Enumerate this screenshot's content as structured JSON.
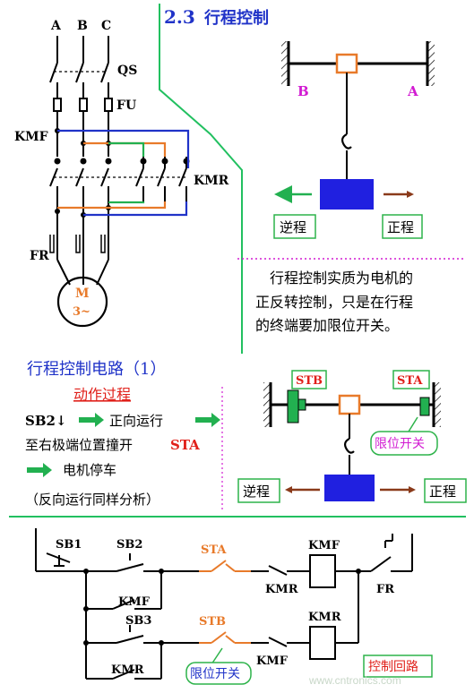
{
  "title": {
    "number": "2.3",
    "text": "行程控制"
  },
  "power_circuit": {
    "phases": [
      "A",
      "B",
      "C"
    ],
    "labels": {
      "qs": "QS",
      "fu": "FU",
      "kmf": "KMF",
      "kmr": "KMR",
      "fr": "FR",
      "motor_m": "M",
      "motor_phase": "3~"
    }
  },
  "top_mechanism": {
    "left_label": "B",
    "right_label": "A",
    "reverse_label": "逆程",
    "forward_label": "正程"
  },
  "explanation_lines": [
    "行程控制实质为电机的",
    "正反转控制，只是在行程",
    "的终端要加限位开关。"
  ],
  "circuit_section": {
    "heading": "行程控制电路（1）",
    "subheading": "动作过程",
    "step1_a": "SB2↓",
    "step1_b": "正向运行",
    "step2_a": "至右极端位置撞开",
    "step2_b": "STA",
    "step3": "电机停车",
    "step4": "（反向运行同样分析）"
  },
  "mid_mechanism": {
    "stb_label": "STB",
    "sta_label": "STA",
    "limit_switch_callout": "限位开关",
    "reverse_label": "逆程",
    "forward_label": "正程"
  },
  "control_circuit": {
    "sb1": "SB1",
    "sb2": "SB2",
    "sb3": "SB3",
    "sta": "STA",
    "stb": "STB",
    "kmr_top": "KMR",
    "kmf_top": "KMF",
    "kmf_holding": "KMF",
    "kmr_bottom": "KMR",
    "kmf_bottom": "KMF",
    "kmr_holding": "KMR",
    "fr": "FR",
    "limit_switch_label": "限位开关",
    "control_loop_label": "控制回路"
  },
  "watermark": "www.cntronics.com",
  "colors": {
    "green": "#2db34a",
    "blue": "#2033c8",
    "orange": "#e87a2a",
    "red": "#e0201a",
    "magenta": "#d21bd2",
    "block_blue": "#2020e0",
    "frame_green": "#22c060",
    "arrow_green": "#22b050",
    "arrow_brown": "#8a3a1a"
  }
}
